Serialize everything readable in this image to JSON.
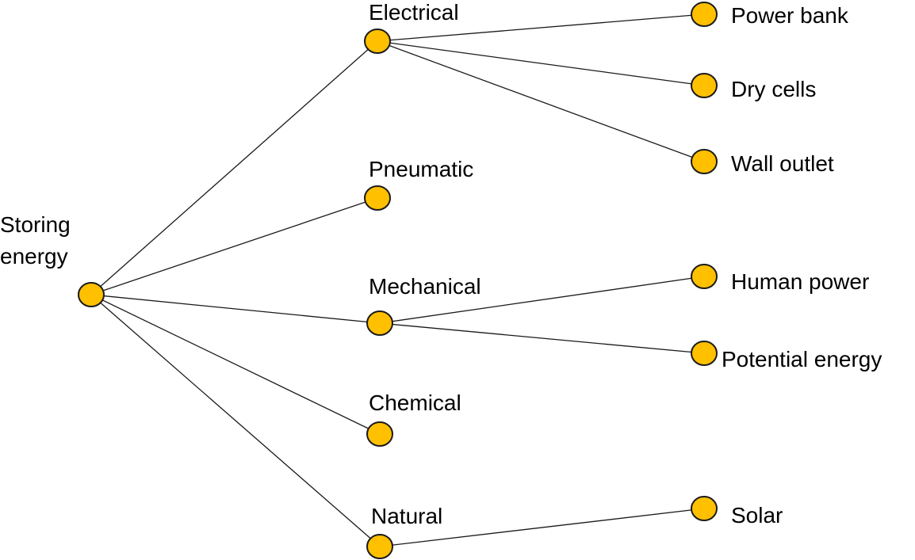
{
  "diagram": {
    "type": "tree",
    "colors": {
      "node_fill": "#FFC000",
      "node_stroke": "#1a1a1a",
      "edge": "#1a1a1a",
      "text": "#000000"
    },
    "nodes": [
      {
        "id": "storing-energy",
        "lines": [
          "Storing",
          "energy"
        ]
      },
      {
        "id": "electrical",
        "lines": [
          "Electrical"
        ]
      },
      {
        "id": "pneumatic",
        "lines": [
          "Pneumatic"
        ]
      },
      {
        "id": "mechanical",
        "lines": [
          "Mechanical"
        ]
      },
      {
        "id": "chemical",
        "lines": [
          "Chemical"
        ]
      },
      {
        "id": "natural",
        "lines": [
          "Natural"
        ]
      },
      {
        "id": "power-bank",
        "lines": [
          "Power bank"
        ]
      },
      {
        "id": "dry-cells",
        "lines": [
          "Dry cells"
        ]
      },
      {
        "id": "wall-outlet",
        "lines": [
          "Wall outlet"
        ]
      },
      {
        "id": "human-power",
        "lines": [
          "Human power"
        ]
      },
      {
        "id": "potential-energy",
        "lines": [
          "Potential energy"
        ]
      },
      {
        "id": "solar",
        "lines": [
          "Solar"
        ]
      }
    ],
    "edges": [
      [
        "storing-energy",
        "electrical"
      ],
      [
        "storing-energy",
        "pneumatic"
      ],
      [
        "storing-energy",
        "mechanical"
      ],
      [
        "storing-energy",
        "chemical"
      ],
      [
        "storing-energy",
        "natural"
      ],
      [
        "electrical",
        "power-bank"
      ],
      [
        "electrical",
        "dry-cells"
      ],
      [
        "electrical",
        "wall-outlet"
      ],
      [
        "mechanical",
        "human-power"
      ],
      [
        "mechanical",
        "potential-energy"
      ],
      [
        "natural",
        "solar"
      ]
    ]
  }
}
